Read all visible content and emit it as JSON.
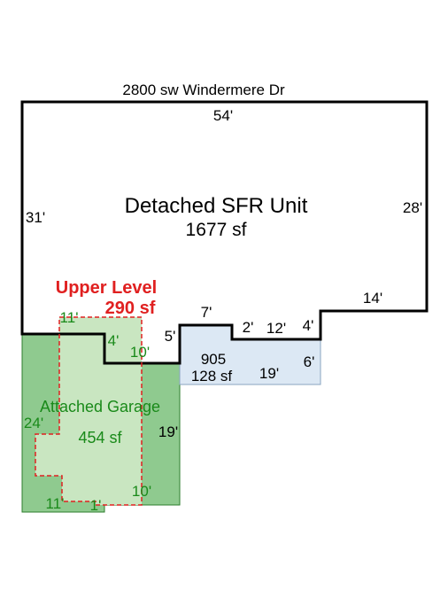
{
  "address": "2800 sw Windermere Dr",
  "colors": {
    "outline": "#000000",
    "garage_fill": "#8fca8f",
    "garage_inner_fill": "#c9e6c1",
    "garage_text": "#1a8a1a",
    "addition_fill": "#dce8f4",
    "upper_level": "#e02020"
  },
  "main_unit": {
    "name": "Detached SFR Unit",
    "area": "1677 sf",
    "dims": {
      "top": "54'",
      "left": "31'",
      "right": "28'",
      "step_14": "14'",
      "step_4_right": "4'",
      "step_12": "12'",
      "step_2": "2'",
      "step_7": "7'",
      "step_5": "5'",
      "step_4_left": "4'",
      "step_10": "10'",
      "step_11_top": "11'"
    }
  },
  "garage": {
    "name": "Attached Garage",
    "area": "454 sf",
    "dims": {
      "left": "24'",
      "right": "19'",
      "bottom_11": "11'",
      "bottom_1": "1'",
      "bottom_10": "10'"
    }
  },
  "addition": {
    "name": "905",
    "area": "128 sf",
    "dims": {
      "bottom": "19'",
      "right": "6'"
    }
  },
  "upper_level": {
    "name": "Upper Level",
    "area": "290 sf"
  }
}
